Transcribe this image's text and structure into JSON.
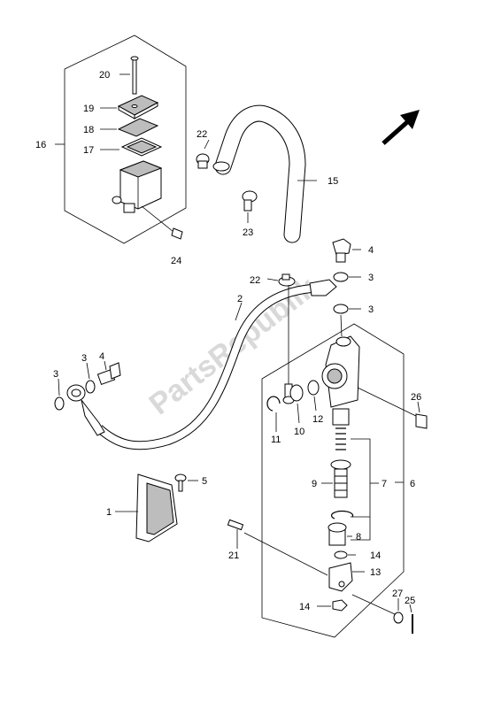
{
  "watermark": "PartsRepublik",
  "callouts": {
    "c1": "1",
    "c2": "2",
    "c3a": "3",
    "c3b": "3",
    "c3c": "3",
    "c3d": "3",
    "c4a": "4",
    "c4b": "4",
    "c5": "5",
    "c6": "6",
    "c7": "7",
    "c8": "8",
    "c9": "9",
    "c10": "10",
    "c11": "11",
    "c12": "12",
    "c13": "13",
    "c14a": "14",
    "c14b": "14",
    "c15": "15",
    "c16": "16",
    "c17": "17",
    "c18": "18",
    "c19": "19",
    "c20": "20",
    "c21": "21",
    "c22a": "22",
    "c22b": "22",
    "c23": "23",
    "c24": "24",
    "c25": "25",
    "c26": "26",
    "c27": "27"
  }
}
